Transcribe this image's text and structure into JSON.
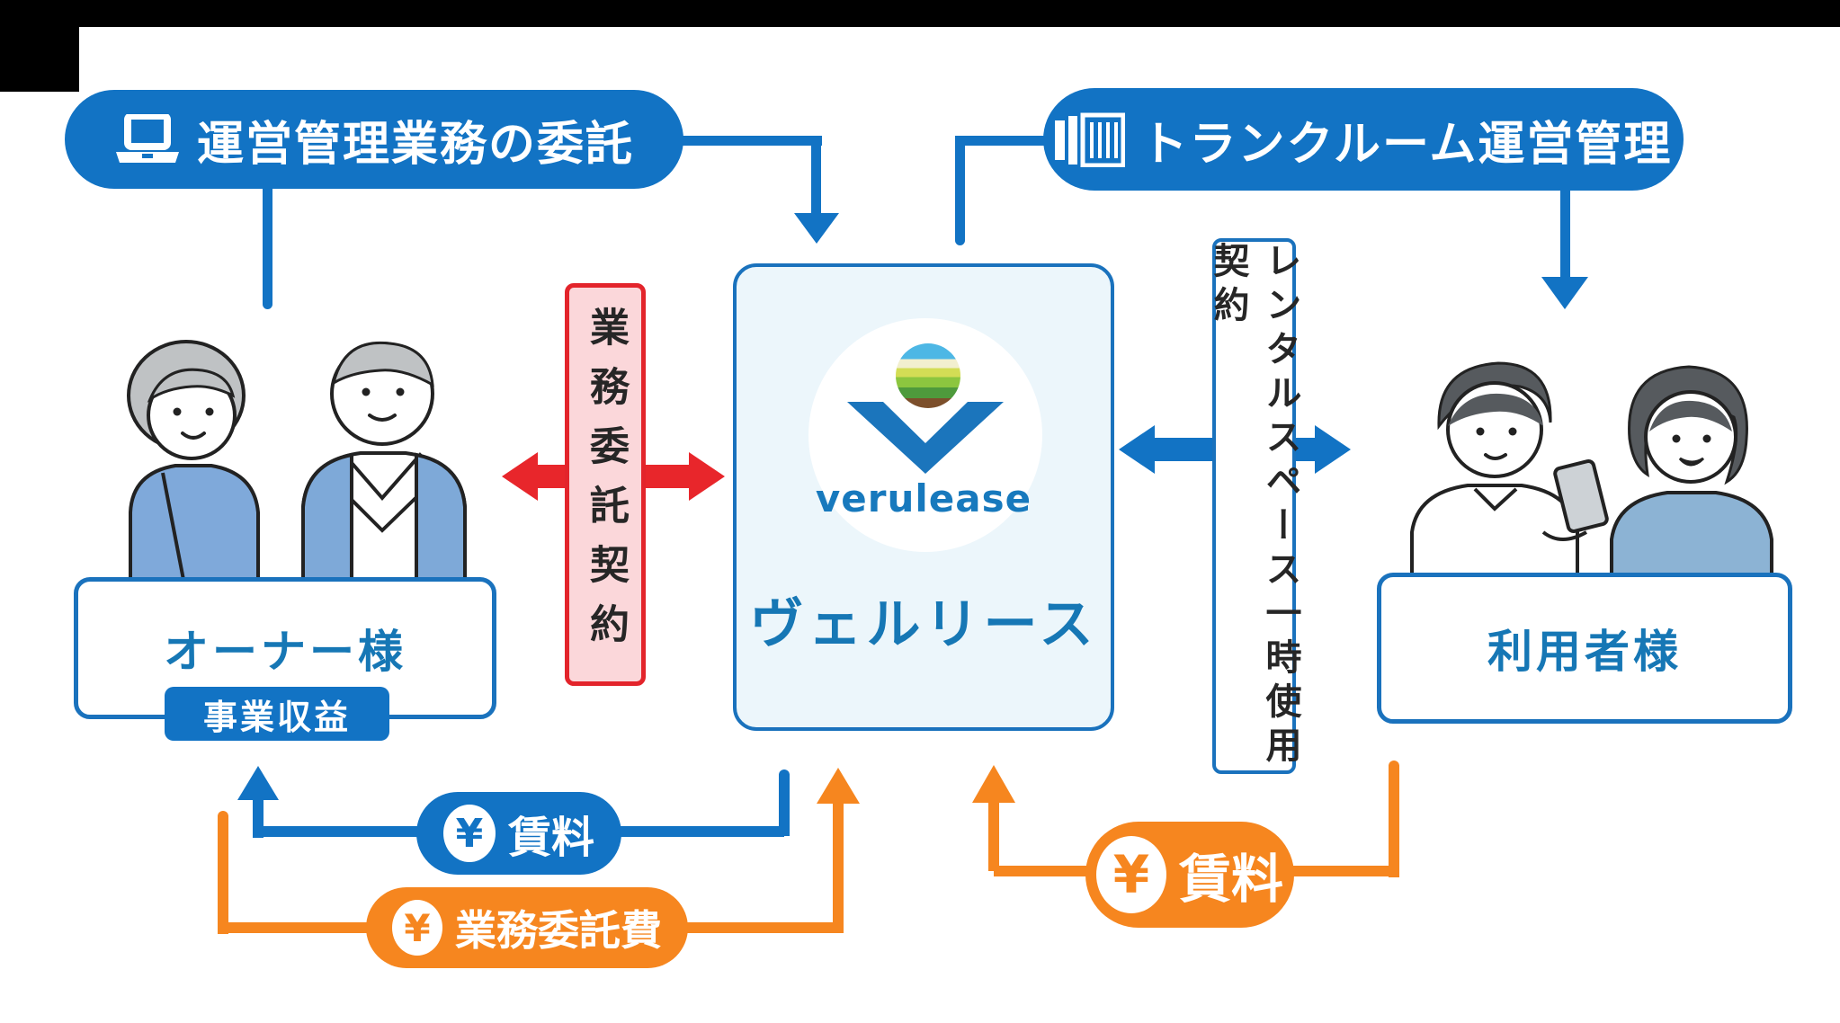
{
  "banners": {
    "left": {
      "label": "運営管理業務の委託",
      "icon": "laptop-icon"
    },
    "right": {
      "label": "トランクルーム運営管理",
      "icon": "container-icon"
    }
  },
  "company": {
    "brand": "verulease",
    "name": "ヴェルリース"
  },
  "owner": {
    "name": "オーナー様",
    "badge": "事業収益"
  },
  "users": {
    "name": "利用者様"
  },
  "contracts": {
    "outsourcing": {
      "label": "業務委託契約"
    },
    "rental": {
      "label": "レンタルスペース一時使用契約"
    }
  },
  "payments": {
    "rent_to_owner": {
      "symbol": "¥",
      "label": "賃料"
    },
    "outsourcing_fee": {
      "symbol": "¥",
      "label": "業務委託費"
    },
    "rent_from_users": {
      "symbol": "¥",
      "label": "賃料"
    }
  },
  "colors": {
    "blue": "#1273c4",
    "border_blue": "#1a72bd",
    "text_blue": "#1677b5",
    "orange": "#f6861f",
    "red": "#e8262b",
    "pink_fill": "#fbd7da",
    "company_fill": "#ecf6fb"
  }
}
